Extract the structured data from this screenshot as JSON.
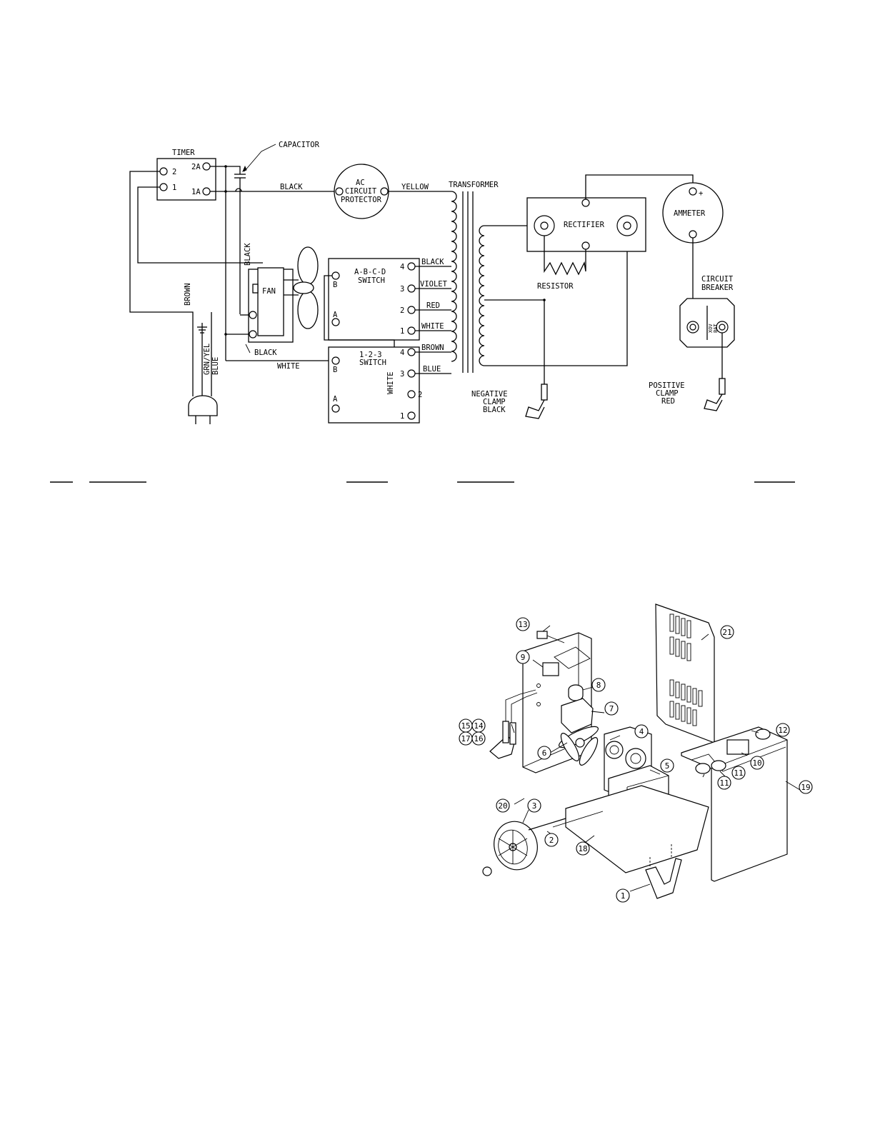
{
  "wiring": {
    "timer": "TIMER",
    "timer_t2": "2",
    "timer_t1": "1",
    "timer_t2a": "2A",
    "timer_t1a": "1A",
    "capacitor": "CAPACITOR",
    "wire_black_top": "BLACK",
    "ac_line1": "AC",
    "ac_line2": "CIRCUIT",
    "ac_line3": "PROTECTOR",
    "wire_yellow": "YELLOW",
    "transformer": "TRANSFORMER",
    "rectifier": "RECTIFIER",
    "ammeter": "AMMETER",
    "ammeter_plus": "+",
    "resistor": "RESISTOR",
    "cb_line1": "CIRCUIT",
    "cb_line2": "BREAKER",
    "cb_xov": "XOV",
    "cb_bat": "BAT",
    "wire_black_vertical": "BLACK",
    "fan": "FAN",
    "wire_brown_vertical": "BROWN",
    "wire_grn_yel": "GRN/YEL",
    "wire_blue_vertical": "BLUE",
    "wire_black_bottom": "BLACK",
    "wire_white_bottom": "WHITE",
    "sw1_line1": "A-B-C-D",
    "sw1_line2": "SWITCH",
    "sw1_b": "B",
    "sw1_a": "A",
    "sw1_t4": "4",
    "sw1_t3": "3",
    "sw1_t2": "2",
    "sw1_t1": "1",
    "wire_sw1_black": "BLACK",
    "wire_sw1_violet": "VIOLET",
    "wire_sw1_red": "RED",
    "wire_sw1_white": "WHITE",
    "sw2_line1": "1-2-3",
    "sw2_line2": "SWITCH",
    "sw2_b": "B",
    "sw2_a": "A",
    "sw2_t4": "4",
    "sw2_t3": "3",
    "sw2_t2": "2",
    "sw2_t1": "1",
    "wire_sw2_brown": "BROWN",
    "wire_sw2_blue": "BLUE",
    "wire_sw2_white": "WHITE",
    "neg_line1": "NEGATIVE",
    "neg_line2": "CLAMP",
    "neg_line3": "BLACK",
    "pos_line1": "POSITIVE",
    "pos_line2": "CLAMP",
    "pos_line3": "RED"
  },
  "parts": {
    "callouts": [
      "1",
      "2",
      "3",
      "4",
      "5",
      "6",
      "7",
      "8",
      "9",
      "10",
      "11",
      "11",
      "12",
      "13",
      "14",
      "15",
      "16",
      "17",
      "18",
      "19",
      "20",
      "21"
    ]
  }
}
